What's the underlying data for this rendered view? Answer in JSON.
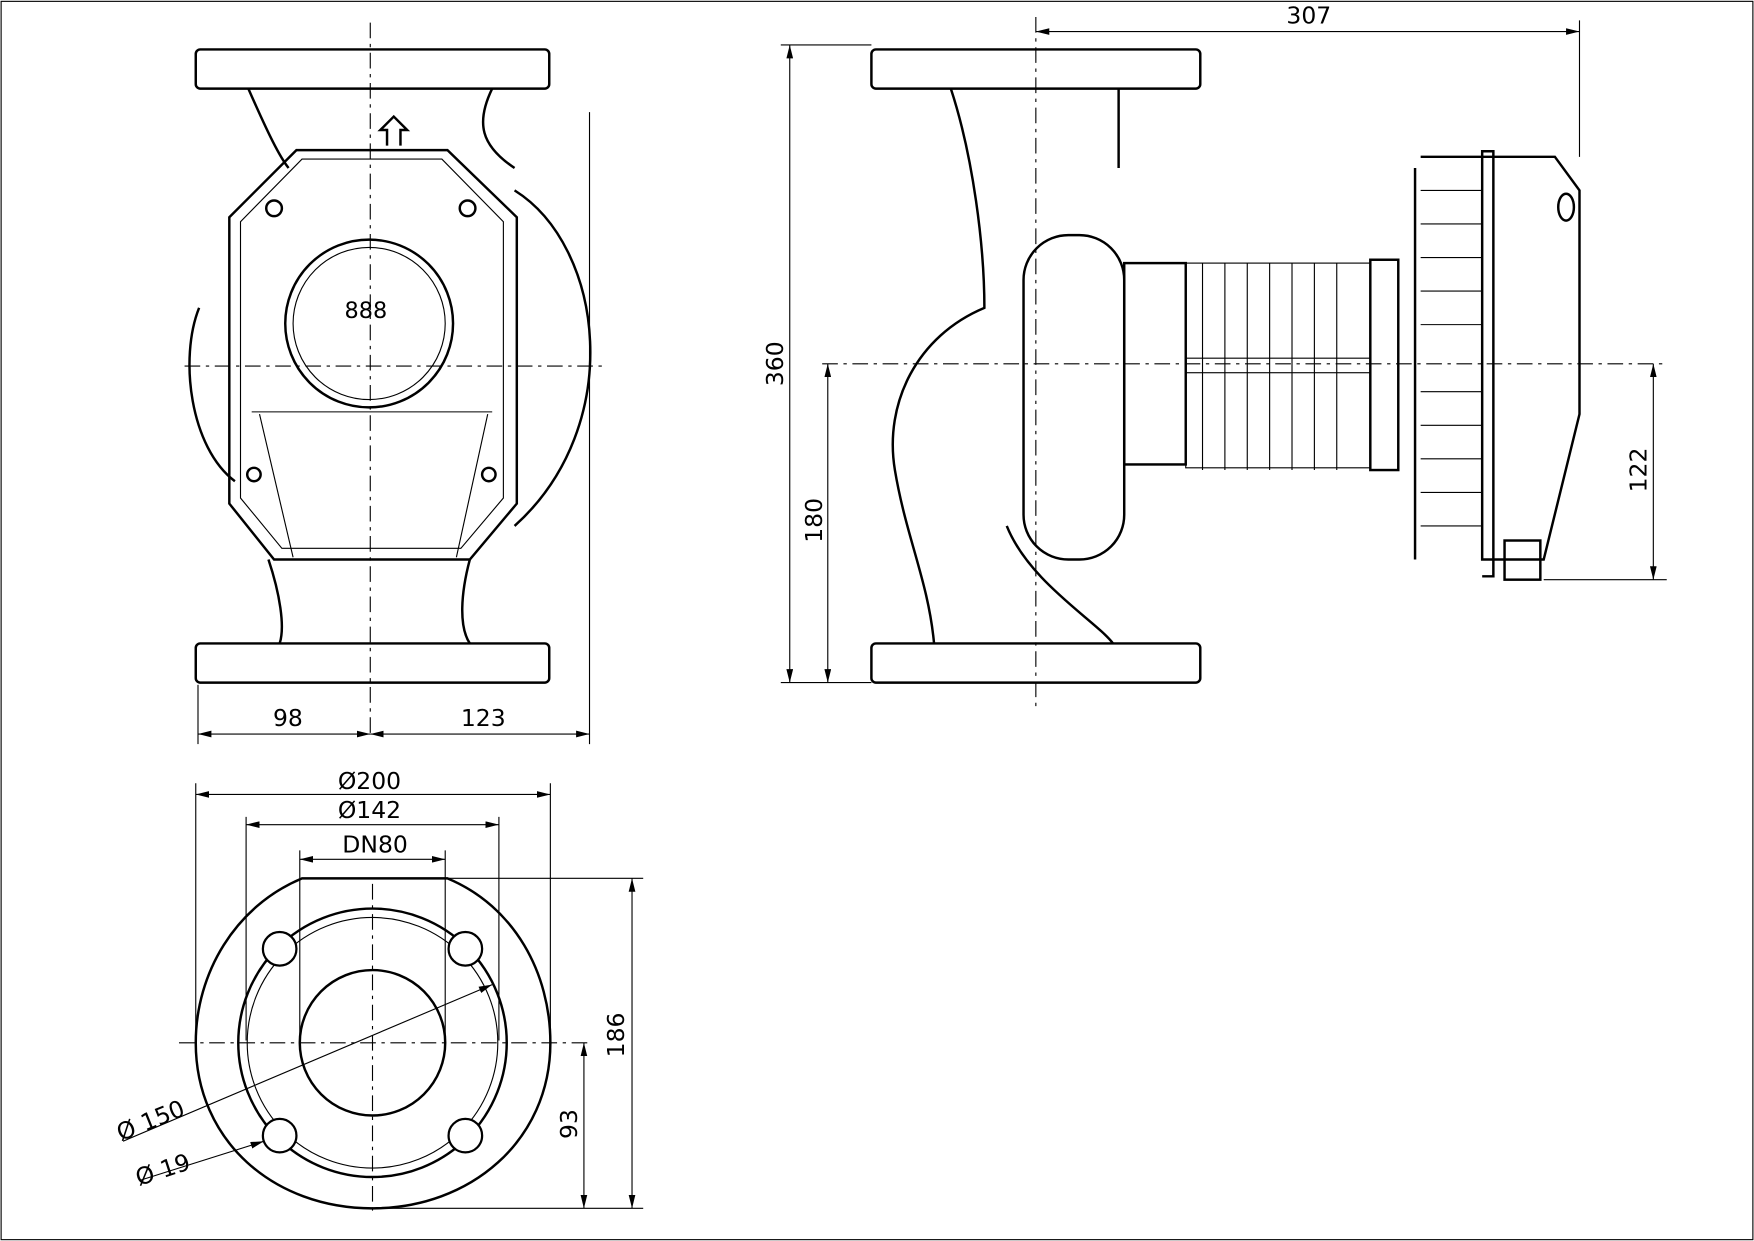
{
  "drawing": {
    "front_view": {
      "width_left": "98",
      "width_right": "123"
    },
    "side_view": {
      "overall_length": "307",
      "height": "360",
      "axis_height": "180",
      "motor_offset": "122"
    },
    "flange_view": {
      "outer_diameter": "Ø200",
      "bolt_circle": "Ø142",
      "nominal_size": "DN80",
      "height": "186",
      "axis_height": "93",
      "diameter_150": "Ø 150",
      "hole_diameter": "Ø 19"
    },
    "display_digits": "888"
  }
}
